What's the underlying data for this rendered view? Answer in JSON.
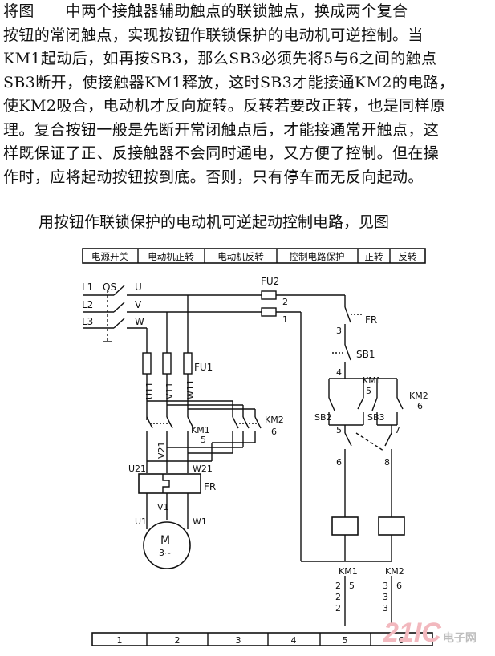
{
  "text": {
    "lines": [
      "将图　　中两个接触器辅助触点的联锁触点，换成两个复合",
      "按钮的常闭触点，实现按钮作联锁保护的电动机可逆控制。当",
      "KM1起动后，如再按SB3，那么SB3必须先将5与6之间的触点",
      "SB3断开，使接触器KM1释放，这时SB3才能接通KM2的电路，",
      "使KM2吸合，电动机才反向旋转。反转若要改正转，也是同样原",
      "理。复合按钮一般是先断开常闭触点后，才能接通常开触点，这",
      "样既保证了正、反接触器不会同时通电，又方便了控制。但在操",
      "作时，应将起动按钮按到底。否则，只有停车而无反向起动。"
    ],
    "caption": "用按钮作联锁保护的电动机可逆起动控制电路，见图"
  },
  "header_cells": [
    "电源开关",
    "电动机正转",
    "电动机反转",
    "控制电路保护",
    "正转",
    "反转"
  ],
  "footer_cells": [
    "1",
    "2",
    "3",
    "4",
    "5",
    "6"
  ],
  "labels": {
    "L1": "L1",
    "L2": "L2",
    "L3": "L3",
    "QS": "QS",
    "U": "U",
    "V": "V",
    "W": "W",
    "FU1": "FU1",
    "FU2": "FU2",
    "U11": "U11",
    "V11": "V11",
    "W11": "W11",
    "KM1_main": "KM1",
    "KM1_main_n": "5",
    "KM2_main": "KM2",
    "KM2_main_n": "6",
    "V21": "V21",
    "U21": "U21",
    "W21": "W21",
    "FR": "FR",
    "V1": "V1",
    "U1": "U1",
    "W1": "W1",
    "M": "M",
    "M3": "3~",
    "n2": "2",
    "n1": "1",
    "FR_ctrl": "FR",
    "n3": "3",
    "SB1": "SB1",
    "n4": "4",
    "KM1_aux": "KM1",
    "KM1_aux_n": "5",
    "KM2_aux": "KM2",
    "KM2_aux_n": "6",
    "SB2": "SB2",
    "SB3": "SB3",
    "n5": "5",
    "n6": "6",
    "n7": "7",
    "n8": "8",
    "KM1_coil": "KM1",
    "KM2_coil": "KM2",
    "km1_c1": "2",
    "km1_c2": "2",
    "km1_c3": "2",
    "km1_r1": "5",
    "km2_c1": "3",
    "km2_c2": "3",
    "km2_c3": "3",
    "km2_r1": "6"
  },
  "watermark": {
    "logo": "21IC",
    "site": "电子网"
  }
}
